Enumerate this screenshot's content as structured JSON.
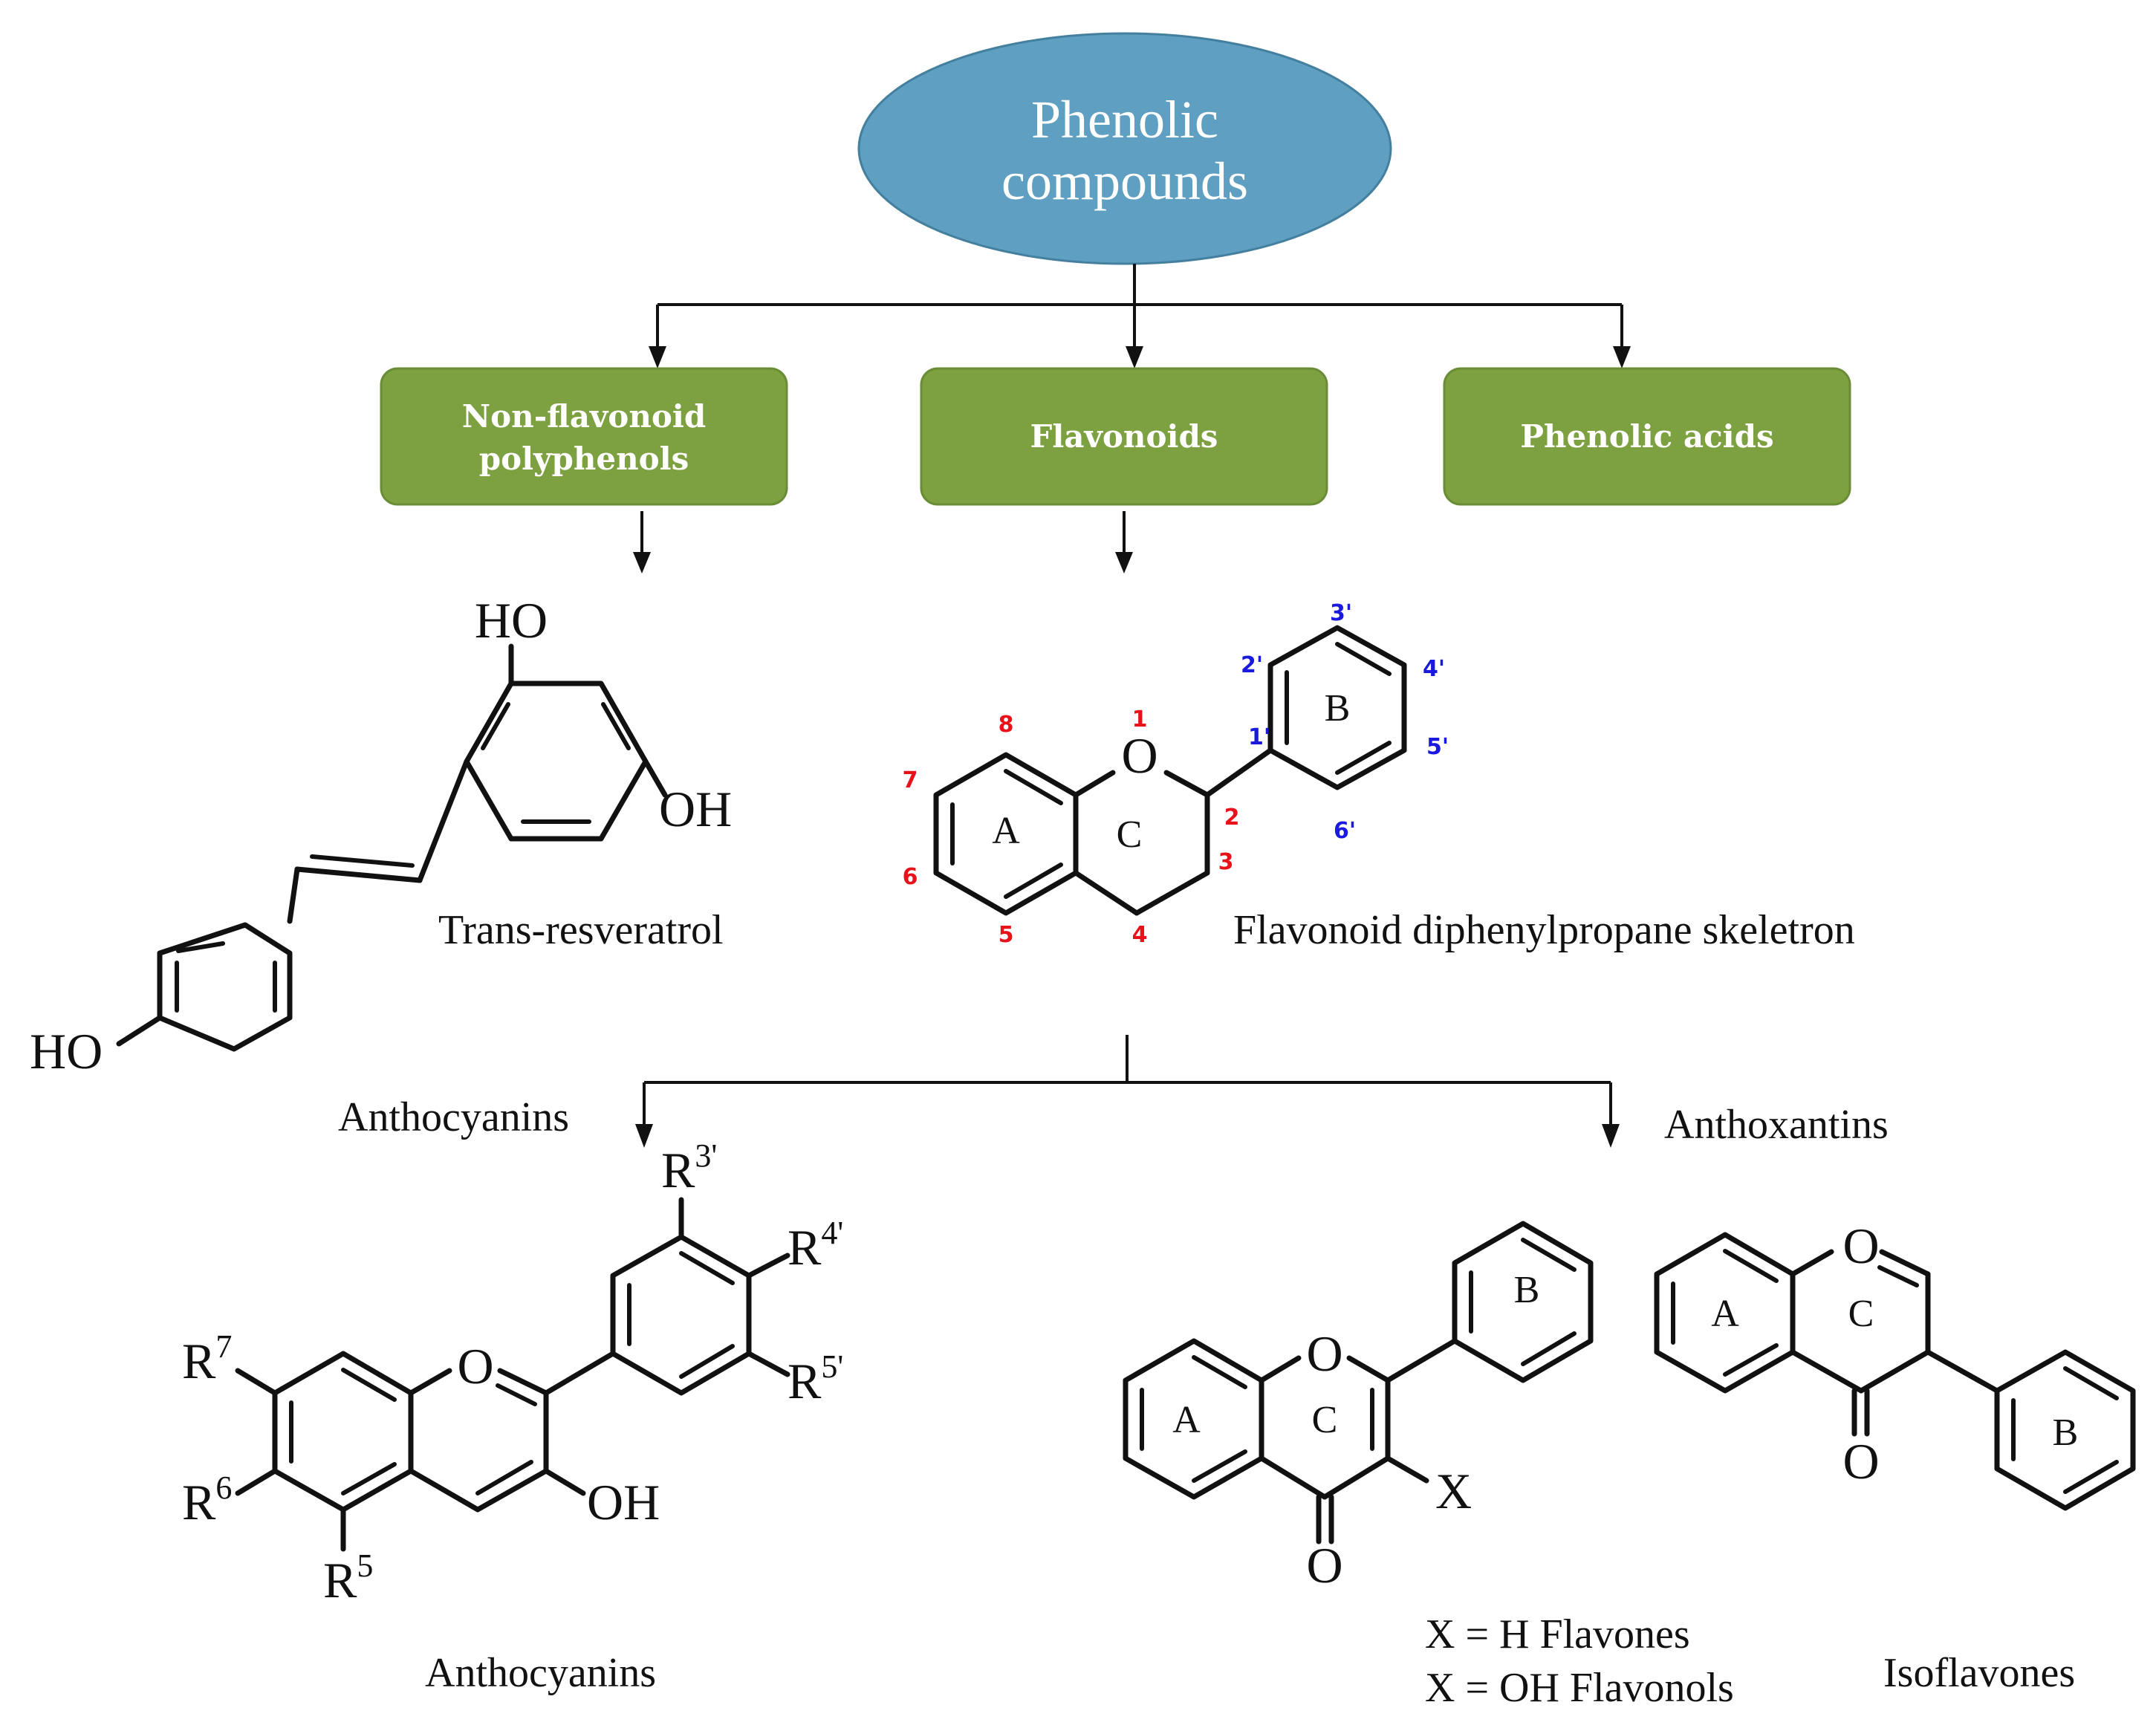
{
  "colors": {
    "oval_fill": "#5f9fc1",
    "oval_stroke": "#44809e",
    "box_fill": "#7da040",
    "box_stroke": "#6b8c36",
    "locant_carbon": "#e8121b",
    "locant_prime": "#1a1adf"
  },
  "root": {
    "line1": "Phenolic",
    "line2": "compounds"
  },
  "categories": {
    "non_flavonoid": {
      "line1": "Non-flavonoid",
      "line2": "polyphenols"
    },
    "flavonoids": {
      "label": "Flavonoids"
    },
    "phenolic_acids": {
      "label": "Phenolic acids"
    }
  },
  "resveratrol": {
    "oh_top": "HO",
    "oh_right": "OH",
    "oh_left": "HO",
    "caption": "Trans-resveratrol"
  },
  "skeleton": {
    "oxygen": "O",
    "ring_a": "A",
    "ring_b": "B",
    "ring_c": "C",
    "locants": {
      "n1": "1",
      "n2": "2",
      "n3": "3",
      "n4": "4",
      "n5": "5",
      "n6": "6",
      "n7": "7",
      "n8": "8",
      "p1": "1'",
      "p2": "2'",
      "p3": "3'",
      "p4": "4'",
      "p5": "5'",
      "p6": "6'"
    },
    "caption": "Flavonoid diphenylpropane skeletron"
  },
  "branches": {
    "left": "Anthocyanins",
    "right": "Anthoxantins"
  },
  "anthocyanin": {
    "r3": "R",
    "r3_sup": "3'",
    "r4": "R",
    "r4_sup": "4'",
    "r5p": "R",
    "r5p_sup": "5'",
    "r7": "R",
    "r7_sup": "7",
    "r6": "R",
    "r6_sup": "6",
    "r5": "R",
    "r5_sup": "5",
    "oxygen": "O",
    "oh": "OH",
    "caption": "Anthocyanins"
  },
  "flavone": {
    "oxygen": "O",
    "carbonyl": "O",
    "x": "X",
    "ring_a": "A",
    "ring_b": "B",
    "ring_c": "C",
    "caption1": "X = H Flavones",
    "caption2": "X = OH Flavonols"
  },
  "isoflavone": {
    "oxygen": "O",
    "carbonyl": "O",
    "ring_a": "A",
    "ring_b": "B",
    "ring_c": "C",
    "caption": "Isoflavones"
  }
}
